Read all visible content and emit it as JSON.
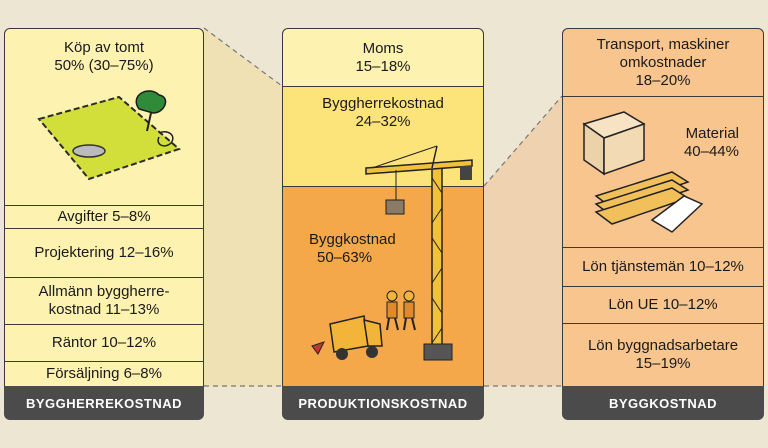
{
  "left": {
    "footer": "BYGGHERREKOSTNAD",
    "items": [
      {
        "line1": "Köp av tomt",
        "line2": "50% (30–75%)"
      },
      {
        "line1": "Avgifter 5–8%"
      },
      {
        "line1": "Projektering 12–16%"
      },
      {
        "line1": "Allmänn byggherre-",
        "line2": "kostnad 11–13%"
      },
      {
        "line1": "Räntor 10–12%"
      },
      {
        "line1": "Försäljning 6–8%"
      }
    ]
  },
  "middle": {
    "footer": "PRODUKTIONSKOSTNAD",
    "items": [
      {
        "line1": "Moms",
        "line2": "15–18%"
      },
      {
        "line1": "Byggherrekostnad",
        "line2": "24–32%"
      },
      {
        "line1": "Byggkostnad",
        "line2": "50–63%"
      }
    ]
  },
  "right": {
    "footer": "BYGGKOSTNAD",
    "items": [
      {
        "line1": "Transport, maskiner",
        "line2": "omkostnader",
        "line3": "18–20%"
      },
      {
        "line1": "Material",
        "line2": "40–44%"
      },
      {
        "line1": "Lön tjänstemän 10–12%"
      },
      {
        "line1": "Lön UE 10–12%"
      },
      {
        "line1": "Lön byggnadsarbetare",
        "line2": "15–19%"
      }
    ]
  },
  "icons": [
    "land-plot-icon",
    "crane-icon",
    "truck-icon",
    "workers-icon",
    "materials-icon"
  ]
}
